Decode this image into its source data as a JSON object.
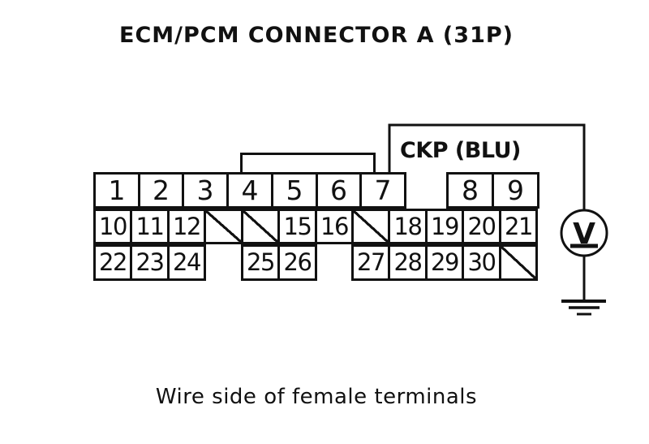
{
  "title": "ECM/PCM CONNECTOR A (31P)",
  "connector": {
    "label": "ECM/PCM Connector A (31P)",
    "slash_marker": "/",
    "empty_marker": "",
    "rows": [
      {
        "name": "top-row-pins-1-7",
        "cells": [
          "1",
          "2",
          "3",
          "4",
          "5",
          "6",
          "7"
        ]
      },
      {
        "name": "top-row-pins-8-9",
        "cells": [
          "8",
          "9"
        ]
      },
      {
        "name": "middle-row",
        "cells": [
          "10",
          "11",
          "12",
          "/",
          "/",
          "15",
          "16",
          "/",
          "18",
          "19",
          "20",
          "21"
        ]
      },
      {
        "name": "bottom-row",
        "cells": [
          "22",
          "23",
          "24",
          "",
          "25",
          "26",
          "",
          "27",
          "28",
          "29",
          "30",
          "/"
        ]
      }
    ]
  },
  "wire_label": "CKP (BLU)",
  "meter": {
    "type": "voltmeter",
    "symbol": "V"
  },
  "caption": "Wire side of female terminals",
  "colors": {
    "ink": "#111111",
    "paper": "#ffffff"
  }
}
